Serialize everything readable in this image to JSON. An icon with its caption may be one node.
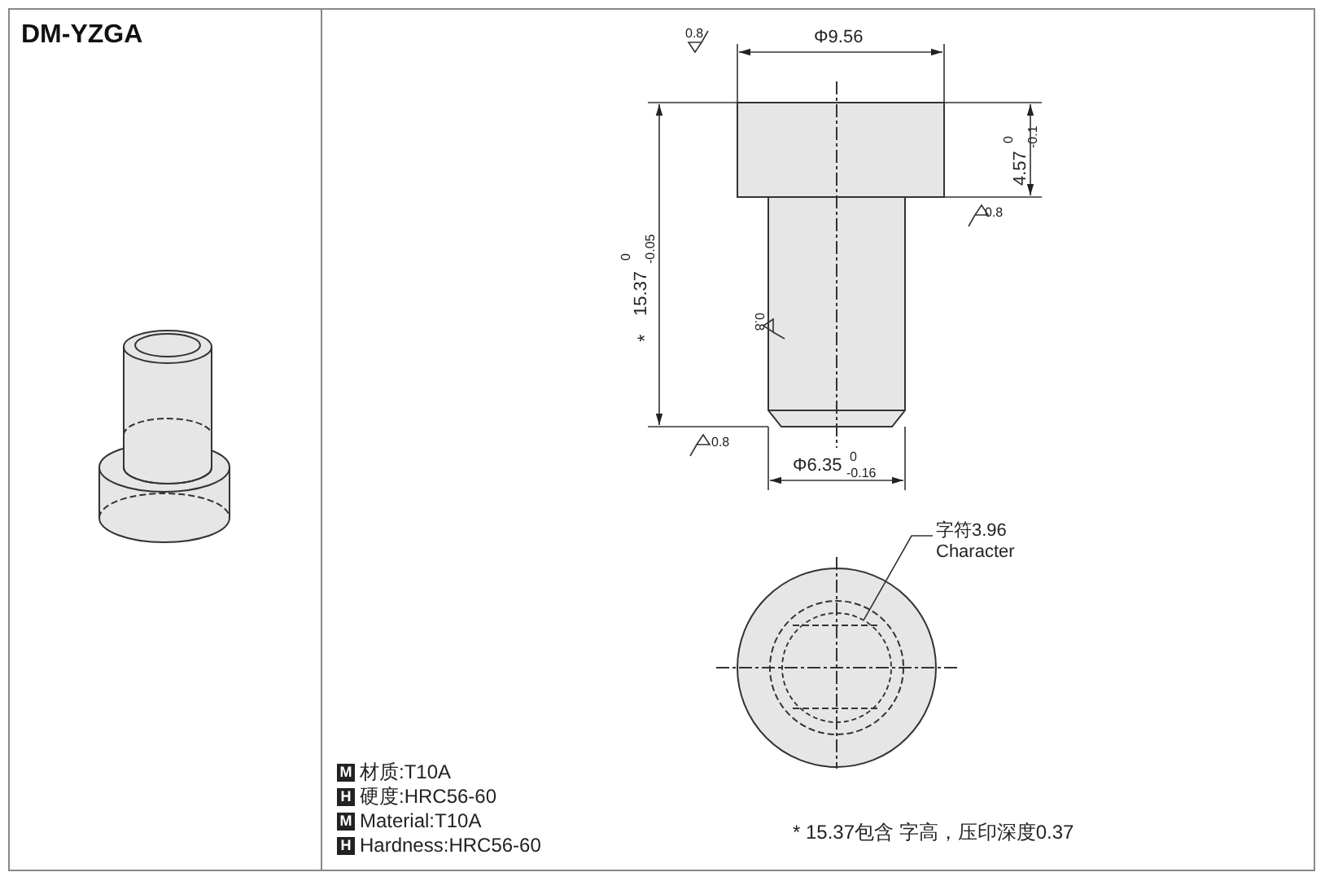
{
  "diagram": {
    "title": "DM-YZGA",
    "nodes": [
      {
        "text": [
          "字符3.96 Character"
        ]
      },
      {
        "text": [],
        "shape": "circle"
      }
    ],
    "edges": [
      {
        "from": 0,
        "to": 1,
        "arrow": "none"
      }
    ],
    "labels": [
      "0.8",
      "Φ9.56",
      "4.57",
      "0",
      "-0.1",
      "0.8",
      "*",
      "15.37",
      "0",
      "-0.05",
      "0.8",
      "0.8",
      "Φ6.35",
      "0",
      "-0.16",
      "M",
      "材质:T10A",
      "H",
      "硬度:HRC56-60",
      "M",
      "Material:T10A",
      "H",
      "Hardness:HRC56-60",
      "* 15.37包含 字高，压印深度0.37"
    ]
  }
}
